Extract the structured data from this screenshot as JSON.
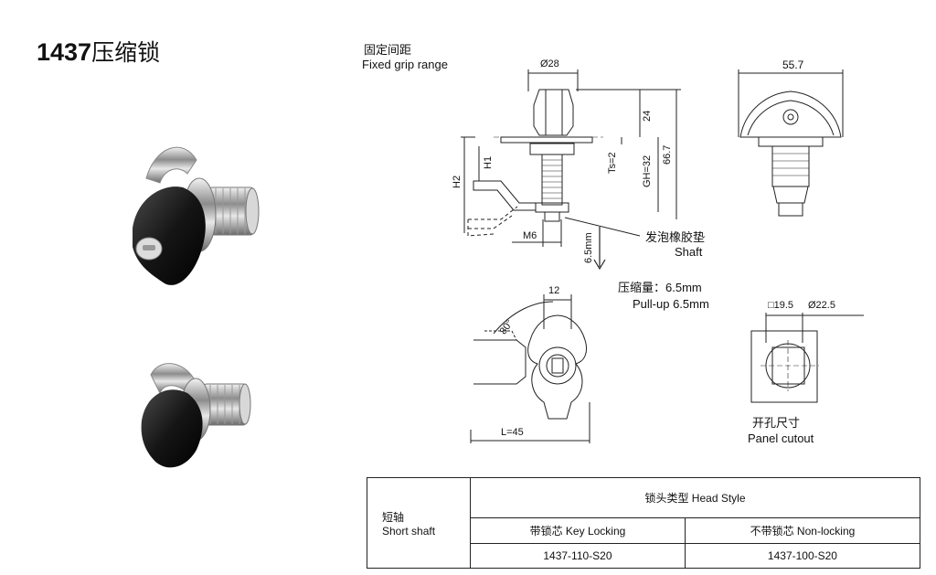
{
  "product": {
    "code": "1437",
    "name_cn": "压缩锁"
  },
  "grip": {
    "cn": "固定间距",
    "en": "Fixed grip range"
  },
  "side_view": {
    "dia": "Ø28",
    "d24": "24",
    "d667": "66.7",
    "ts": "Ts=2",
    "gh": "GH=32",
    "h1": "H1",
    "h2": "H2",
    "m6": "M6",
    "travel": "6.5mm"
  },
  "gasket": {
    "cn": "发泡橡胶垫",
    "en": "Shaft"
  },
  "compression": {
    "cn": "压缩量：6.5mm",
    "en": "Pull-up 6.5mm"
  },
  "front_view": {
    "width": "55.7"
  },
  "top_view": {
    "d12": "12",
    "angle": "80°",
    "length": "L=45"
  },
  "cutout": {
    "square": "□19.5",
    "dia": "Ø22.5",
    "cn": "开孔尺寸",
    "en": "Panel cutout"
  },
  "table": {
    "row_label_cn": "短轴",
    "row_label_en": "Short shaft",
    "head_style": "锁头类型 Head Style",
    "col1": "带锁芯 Key Locking",
    "col2": "不带锁芯 Non-locking",
    "val1": "1437-110-S20",
    "val2": "1437-100-S20"
  },
  "icons": [
    "lock-photo-key-locking",
    "lock-photo-non-locking",
    "down-arrow-icon"
  ]
}
